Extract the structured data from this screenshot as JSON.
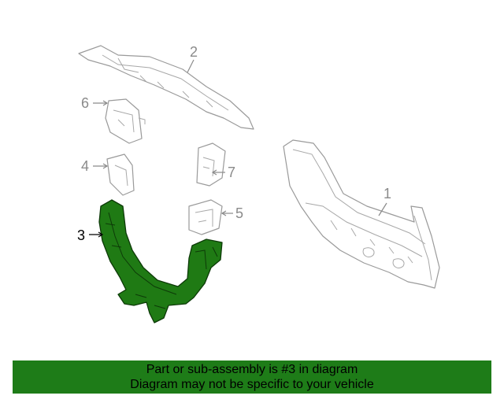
{
  "diagram": {
    "callouts": [
      "1",
      "2",
      "3",
      "4",
      "5",
      "6",
      "7"
    ],
    "highlighted_part": "3",
    "highlight_color": "#1f7a14"
  },
  "banner": {
    "line1": "Part or sub-assembly is #3 in diagram",
    "line2": "Diagram may not be specific to your vehicle",
    "background": "#1e7c18"
  }
}
